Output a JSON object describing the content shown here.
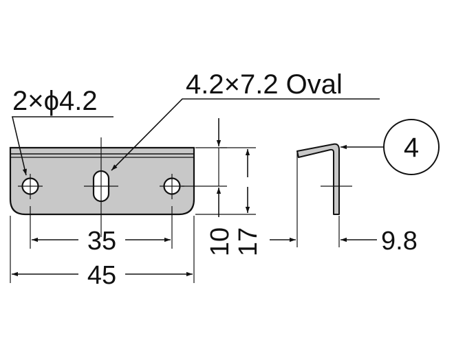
{
  "drawing": {
    "labels": {
      "holes": "2×ϕ4.2",
      "oval": "4.2×7.2 Oval",
      "hole_pitch": "35",
      "overall_width": "45",
      "hole_height": "10",
      "overall_height": "17",
      "depth": "9.8",
      "thickness_callout": "4"
    },
    "colors": {
      "line": "#111111",
      "plate_fill": "#c8c8c8",
      "background": "#ffffff"
    }
  }
}
